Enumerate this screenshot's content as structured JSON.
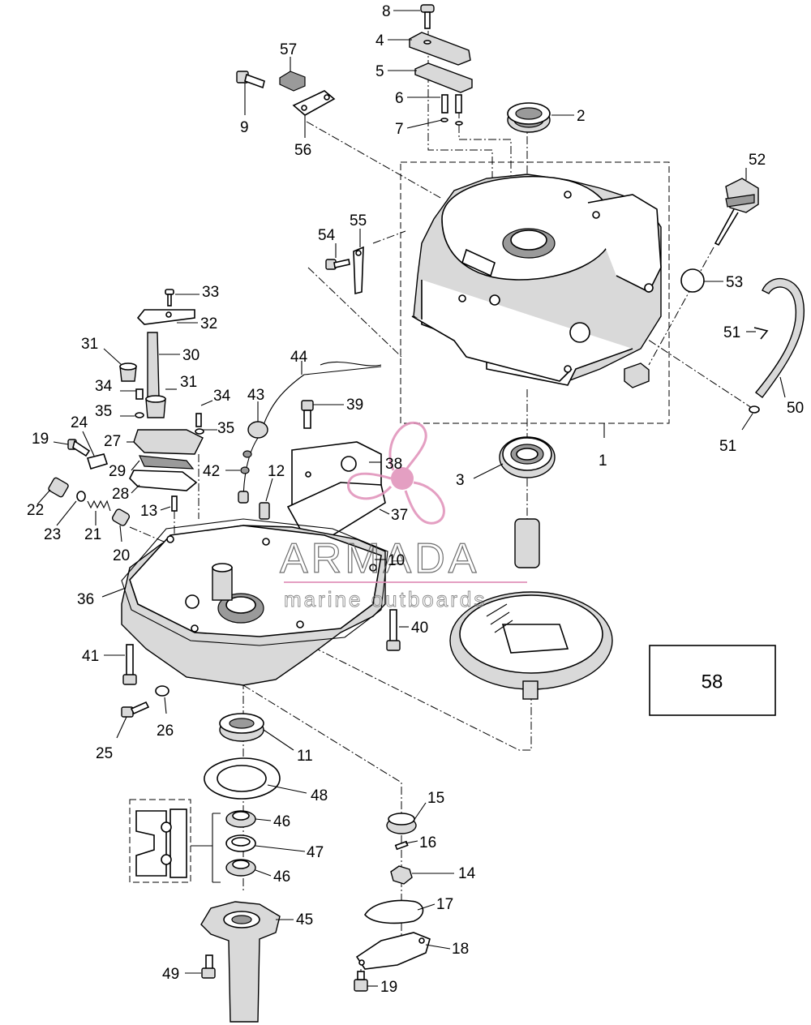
{
  "labels": [
    {
      "id": "8",
      "text": "8"
    },
    {
      "id": "4",
      "text": "4"
    },
    {
      "id": "5",
      "text": "5"
    },
    {
      "id": "6",
      "text": "6"
    },
    {
      "id": "7",
      "text": "7"
    },
    {
      "id": "2",
      "text": "2"
    },
    {
      "id": "57",
      "text": "57"
    },
    {
      "id": "9",
      "text": "9"
    },
    {
      "id": "56",
      "text": "56"
    },
    {
      "id": "52",
      "text": "52"
    },
    {
      "id": "53",
      "text": "53"
    },
    {
      "id": "54",
      "text": "54"
    },
    {
      "id": "55",
      "text": "55"
    },
    {
      "id": "33",
      "text": "33"
    },
    {
      "id": "32",
      "text": "32"
    },
    {
      "id": "31a",
      "text": "31"
    },
    {
      "id": "30",
      "text": "30"
    },
    {
      "id": "51a",
      "text": "51"
    },
    {
      "id": "44",
      "text": "44"
    },
    {
      "id": "31b",
      "text": "31"
    },
    {
      "id": "34a",
      "text": "34"
    },
    {
      "id": "43",
      "text": "43"
    },
    {
      "id": "39",
      "text": "39"
    },
    {
      "id": "34b",
      "text": "34"
    },
    {
      "id": "35a",
      "text": "35"
    },
    {
      "id": "35b",
      "text": "35"
    },
    {
      "id": "50",
      "text": "50"
    },
    {
      "id": "19a",
      "text": "19"
    },
    {
      "id": "24",
      "text": "24"
    },
    {
      "id": "27",
      "text": "27"
    },
    {
      "id": "51b",
      "text": "51"
    },
    {
      "id": "1",
      "text": "1"
    },
    {
      "id": "38",
      "text": "38"
    },
    {
      "id": "42",
      "text": "42"
    },
    {
      "id": "29",
      "text": "29"
    },
    {
      "id": "12",
      "text": "12"
    },
    {
      "id": "3",
      "text": "3"
    },
    {
      "id": "28",
      "text": "28"
    },
    {
      "id": "22",
      "text": "22"
    },
    {
      "id": "37",
      "text": "37"
    },
    {
      "id": "13",
      "text": "13"
    },
    {
      "id": "23",
      "text": "23"
    },
    {
      "id": "21",
      "text": "21"
    },
    {
      "id": "20",
      "text": "20"
    },
    {
      "id": "10",
      "text": "10"
    },
    {
      "id": "36",
      "text": "36"
    },
    {
      "id": "40",
      "text": "40"
    },
    {
      "id": "41",
      "text": "41"
    },
    {
      "id": "26",
      "text": "26"
    },
    {
      "id": "25",
      "text": "25"
    },
    {
      "id": "11",
      "text": "11"
    },
    {
      "id": "48",
      "text": "48"
    },
    {
      "id": "15",
      "text": "15"
    },
    {
      "id": "46a",
      "text": "46"
    },
    {
      "id": "16",
      "text": "16"
    },
    {
      "id": "47",
      "text": "47"
    },
    {
      "id": "46b",
      "text": "46"
    },
    {
      "id": "14",
      "text": "14"
    },
    {
      "id": "17",
      "text": "17"
    },
    {
      "id": "45",
      "text": "45"
    },
    {
      "id": "18",
      "text": "18"
    },
    {
      "id": "49",
      "text": "49"
    },
    {
      "id": "19b",
      "text": "19"
    }
  ],
  "ref_box": {
    "text": "58"
  },
  "watermark": {
    "brand": "ARMADA",
    "tagline": "marine outboards",
    "color": "#e08fb8"
  }
}
